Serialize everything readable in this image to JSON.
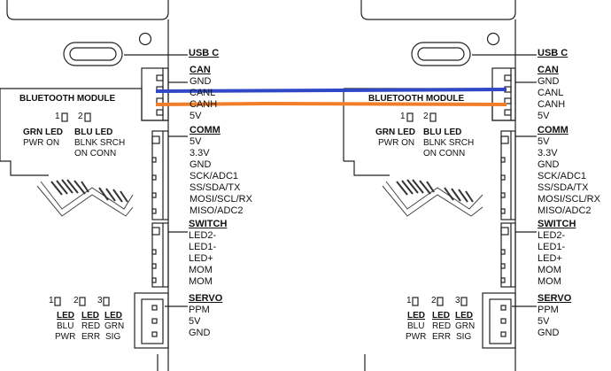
{
  "labels": {
    "usb_c": "USB C",
    "can": {
      "title": "CAN",
      "pins": [
        "GND",
        "CANL",
        "CANH",
        "5V"
      ]
    },
    "comm": {
      "title": "COMM",
      "pins": [
        "5V",
        "3.3V",
        "GND",
        "SCK/ADC1",
        "SS/SDA/TX",
        "MOSI/SCL/RX",
        "MISO/ADC2"
      ]
    },
    "switch": {
      "title": "SWITCH",
      "pins": [
        "LED2-",
        "LED1-",
        "LED+",
        "MOM",
        "MOM"
      ]
    },
    "servo": {
      "title": "SERVO",
      "pins": [
        "PPM",
        "5V",
        "GND"
      ]
    },
    "bluetooth": {
      "title": "BLUETOOTH MODULE",
      "num1": "1",
      "num2": "2",
      "grn_title": "GRN LED",
      "grn_line1": "PWR ON",
      "blu_title": "BLU LED",
      "blu_line1": "BLNK SRCH",
      "blu_line2": "ON CONN"
    },
    "leds": [
      {
        "num": "1",
        "title": "LED",
        "color": "BLU",
        "func": "PWR"
      },
      {
        "num": "2",
        "title": "LED",
        "color": "RED",
        "func": "ERR"
      },
      {
        "num": "3",
        "title": "LED",
        "color": "GRN",
        "func": "SIG"
      }
    ]
  },
  "wires": [
    {
      "name": "CANL",
      "color": "#3047c8"
    },
    {
      "name": "CANH",
      "color": "#f07d2a"
    }
  ]
}
